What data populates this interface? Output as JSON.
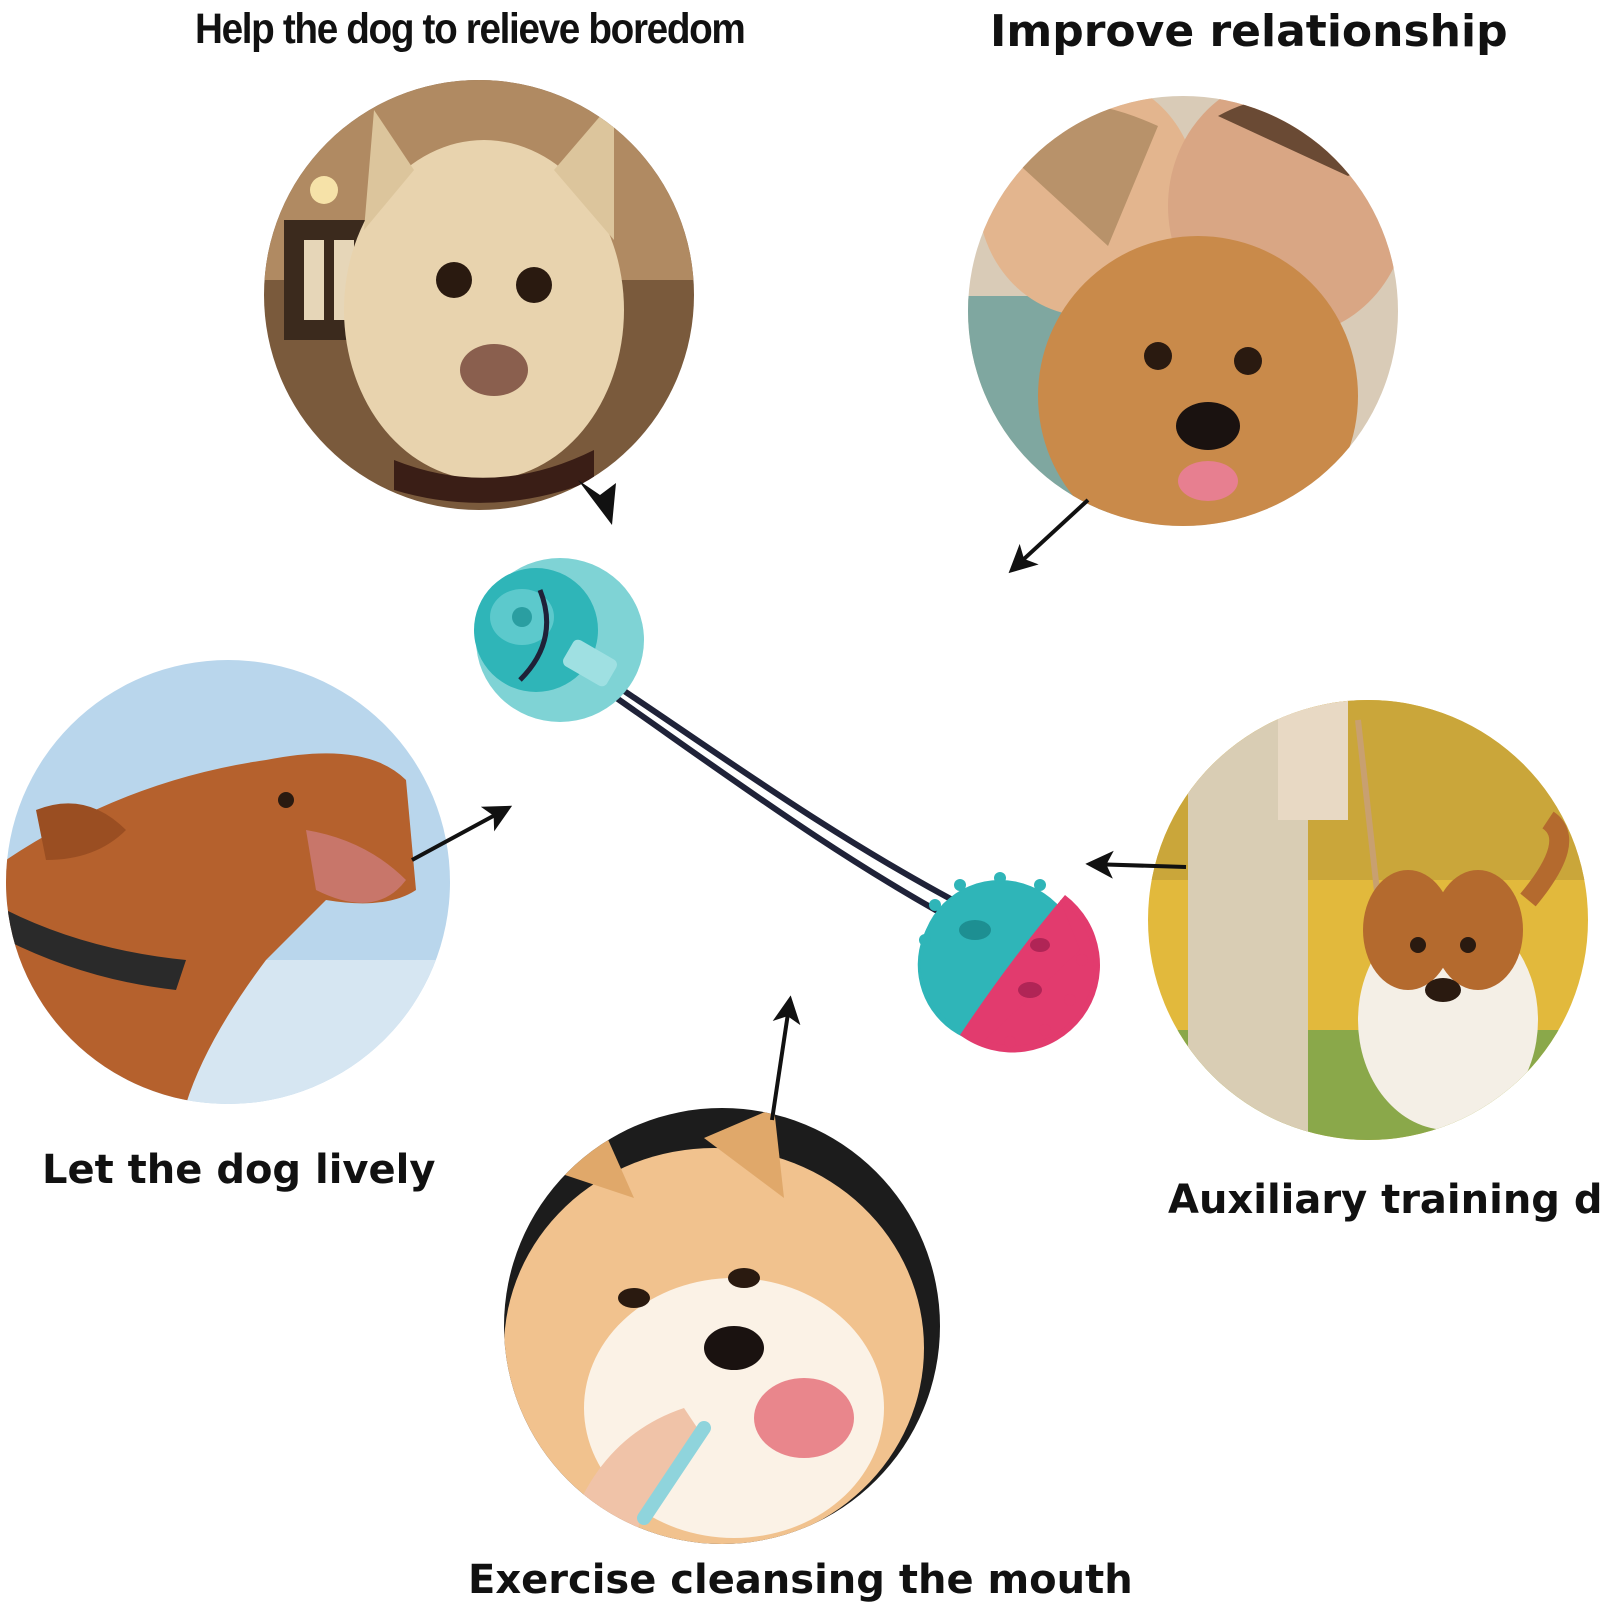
{
  "labels": {
    "boredom": "Help the dog to relieve boredom",
    "relationship": "Improve relationship",
    "lively": "Let the dog lively",
    "training": "Auxiliary training dog",
    "mouth": "Exercise cleansing the mouth"
  },
  "colors": {
    "text": "#111111",
    "arrow": "#111111",
    "toy_teal": "#2fb5b8",
    "toy_pink": "#e23b6e",
    "rope": "#1f2238"
  },
  "icons": {
    "toy": "suction-cup-ball-toy",
    "arrows": "arrow-icon"
  }
}
